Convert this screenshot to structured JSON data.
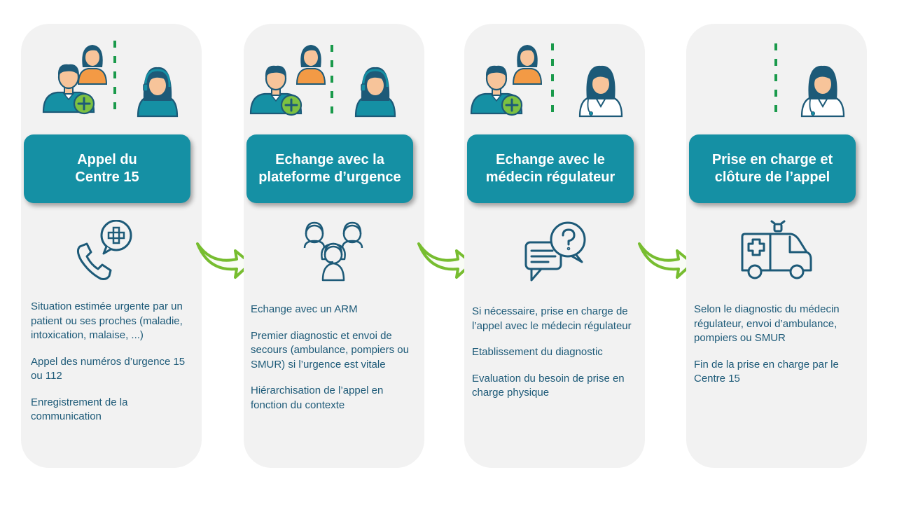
{
  "colors": {
    "card_bg": "#f2f2f2",
    "title_bg": "#1590a4",
    "text": "#1d5a78",
    "icon_stroke": "#1d5a78",
    "arrow": "#77bd30",
    "divider": "#1a9a4b"
  },
  "steps": [
    {
      "title": "Appel du\nCentre 15",
      "icon": "phone-plus-icon",
      "bullets": [
        "Situation estimée urgente par un patient ou ses proches (maladie, intoxication, malaise, ...)",
        "Appel des numéros d’urgence 15 ou 112",
        "Enregistrement de la communication"
      ]
    },
    {
      "title": "Echange avec la plateforme d’urgence",
      "icon": "operators-icon",
      "bullets": [
        "Echange avec un ARM",
        "Premier diagnostic et envoi de secours (ambulance, pompiers ou SMUR) si l’urgence est vitale",
        "Hiérarchisation de l’appel en fonction du contexte"
      ]
    },
    {
      "title": "Echange avec le médecin régulateur",
      "icon": "chat-question-icon",
      "bullets": [
        "Si nécessaire, prise en charge de l’appel avec le médecin régulateur",
        "Etablissement du diagnostic",
        "Evaluation du besoin de prise en charge physique"
      ]
    },
    {
      "title": "Prise en charge et clôture de l’appel",
      "icon": "ambulance-icon",
      "bullets": [
        "Selon le diagnostic du médecin régulateur, envoi d’ambulance, pompiers ou SMUR",
        "Fin de la prise en charge par le Centre 15"
      ]
    }
  ]
}
